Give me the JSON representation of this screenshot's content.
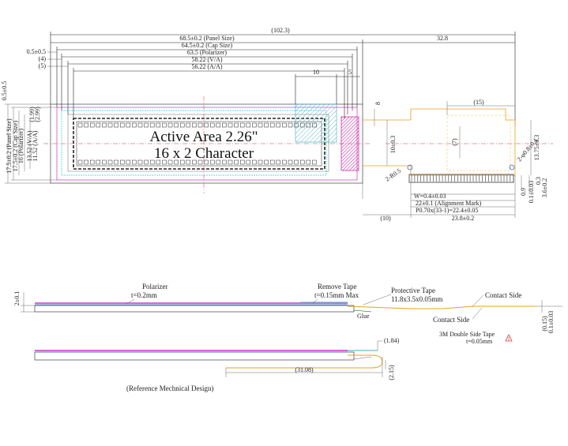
{
  "front_view": {
    "active_area_title": "Active Area 2.26\"",
    "character_format": "16 x 2 Character",
    "dims_top": [
      {
        "key": "overall",
        "text": "(102.3)"
      },
      {
        "key": "panel",
        "text": "68.5±0.2 (Panel Size)"
      },
      {
        "key": "cap",
        "text": "64.5±0.2 (Cap Size)"
      },
      {
        "key": "pol",
        "text": "63.5 (Polarizer)"
      },
      {
        "key": "va",
        "text": "58.22 (V/A)"
      },
      {
        "key": "aa",
        "text": "56.22 (A/A)"
      },
      {
        "key": "right",
        "text": "32.8"
      },
      {
        "key": "ten",
        "text": "10"
      },
      {
        "key": "five",
        "text": "5"
      }
    ],
    "dims_left": [
      {
        "key": "l05",
        "text": "0.5±0.5"
      },
      {
        "key": "l4",
        "text": "(4)"
      },
      {
        "key": "l5",
        "text": "(5)"
      }
    ],
    "dims_vertical": [
      {
        "key": "v299",
        "text": "(2.99)"
      },
      {
        "key": "v199",
        "text": "(1.99)"
      },
      {
        "key": "v05",
        "text": "0.5±0.5"
      },
      {
        "key": "v1152",
        "text": "11.52 (A/A)"
      },
      {
        "key": "v1352",
        "text": "13.52 (V/A)"
      },
      {
        "key": "v16",
        "text": "16 (Polarizer)"
      },
      {
        "key": "v175c",
        "text": "17.5±0.2 (Cap Size)"
      },
      {
        "key": "v175p",
        "text": "17.5±0.2 (Panel Size)"
      }
    ]
  },
  "fpc_view": {
    "dims": [
      {
        "key": "d15",
        "text": "(15)"
      },
      {
        "key": "d8",
        "text": "8"
      },
      {
        "key": "d10v",
        "text": "10±0.3"
      },
      {
        "key": "d7",
        "text": "(7)"
      },
      {
        "key": "d1375",
        "text": "13.75±0.3"
      },
      {
        "key": "hole",
        "text": "2-φ0.8±0.1"
      },
      {
        "key": "r05",
        "text": "2-R0.5"
      },
      {
        "key": "w",
        "text": "W=0.4±0.03"
      },
      {
        "key": "align",
        "text": "22±0.1 (Alignment Mark)"
      },
      {
        "key": "pitch",
        "text": "P0.70x(33-1)=22.4±0.05"
      },
      {
        "key": "d10",
        "text": "(10)"
      },
      {
        "key": "d238",
        "text": "23.8±0.2"
      },
      {
        "key": "d36",
        "text": "3.6±0.2"
      },
      {
        "key": "d09",
        "text": "0.9"
      },
      {
        "key": "d01",
        "text": "0.1±0.03"
      },
      {
        "key": "d03",
        "text": "0.3"
      }
    ]
  },
  "side_view": {
    "polarizer_label": "Polarizer",
    "polarizer_thickness": "t=0.2mm",
    "remove_tape_label": "Remove Tape",
    "remove_tape_thickness": "t=0.15mm Max",
    "protective_tape_label": "Protective Tape",
    "protective_tape_size": "11.8x3.5x0.05mm",
    "glue_label": "Glue",
    "contact_side_1": "Contact Side",
    "contact_side_2": "Contact Side",
    "tape_3m_label": "3M Double Side Tape",
    "tape_3m_thickness": "t=0.05mm",
    "height_dim": "2±0.1",
    "fpc_thk": "0.1±0.03",
    "fpc_thk2": "(0.15)",
    "warning_mark": "1",
    "bent": {
      "d184": "(1.84)",
      "d3108": "(31.08)",
      "d215": "(2.15)"
    },
    "reference_note": "(Reference Mechnical Design)"
  },
  "colors": {
    "panel_outline": "#333333",
    "cap_outline": "#cc33cc",
    "polarizer_outline": "#33cccc",
    "center_line": "#dd3333",
    "fpc_outline": "#e8a020",
    "magenta_fill": "#cc33aa",
    "hatch_cyan": "#66cccc"
  }
}
